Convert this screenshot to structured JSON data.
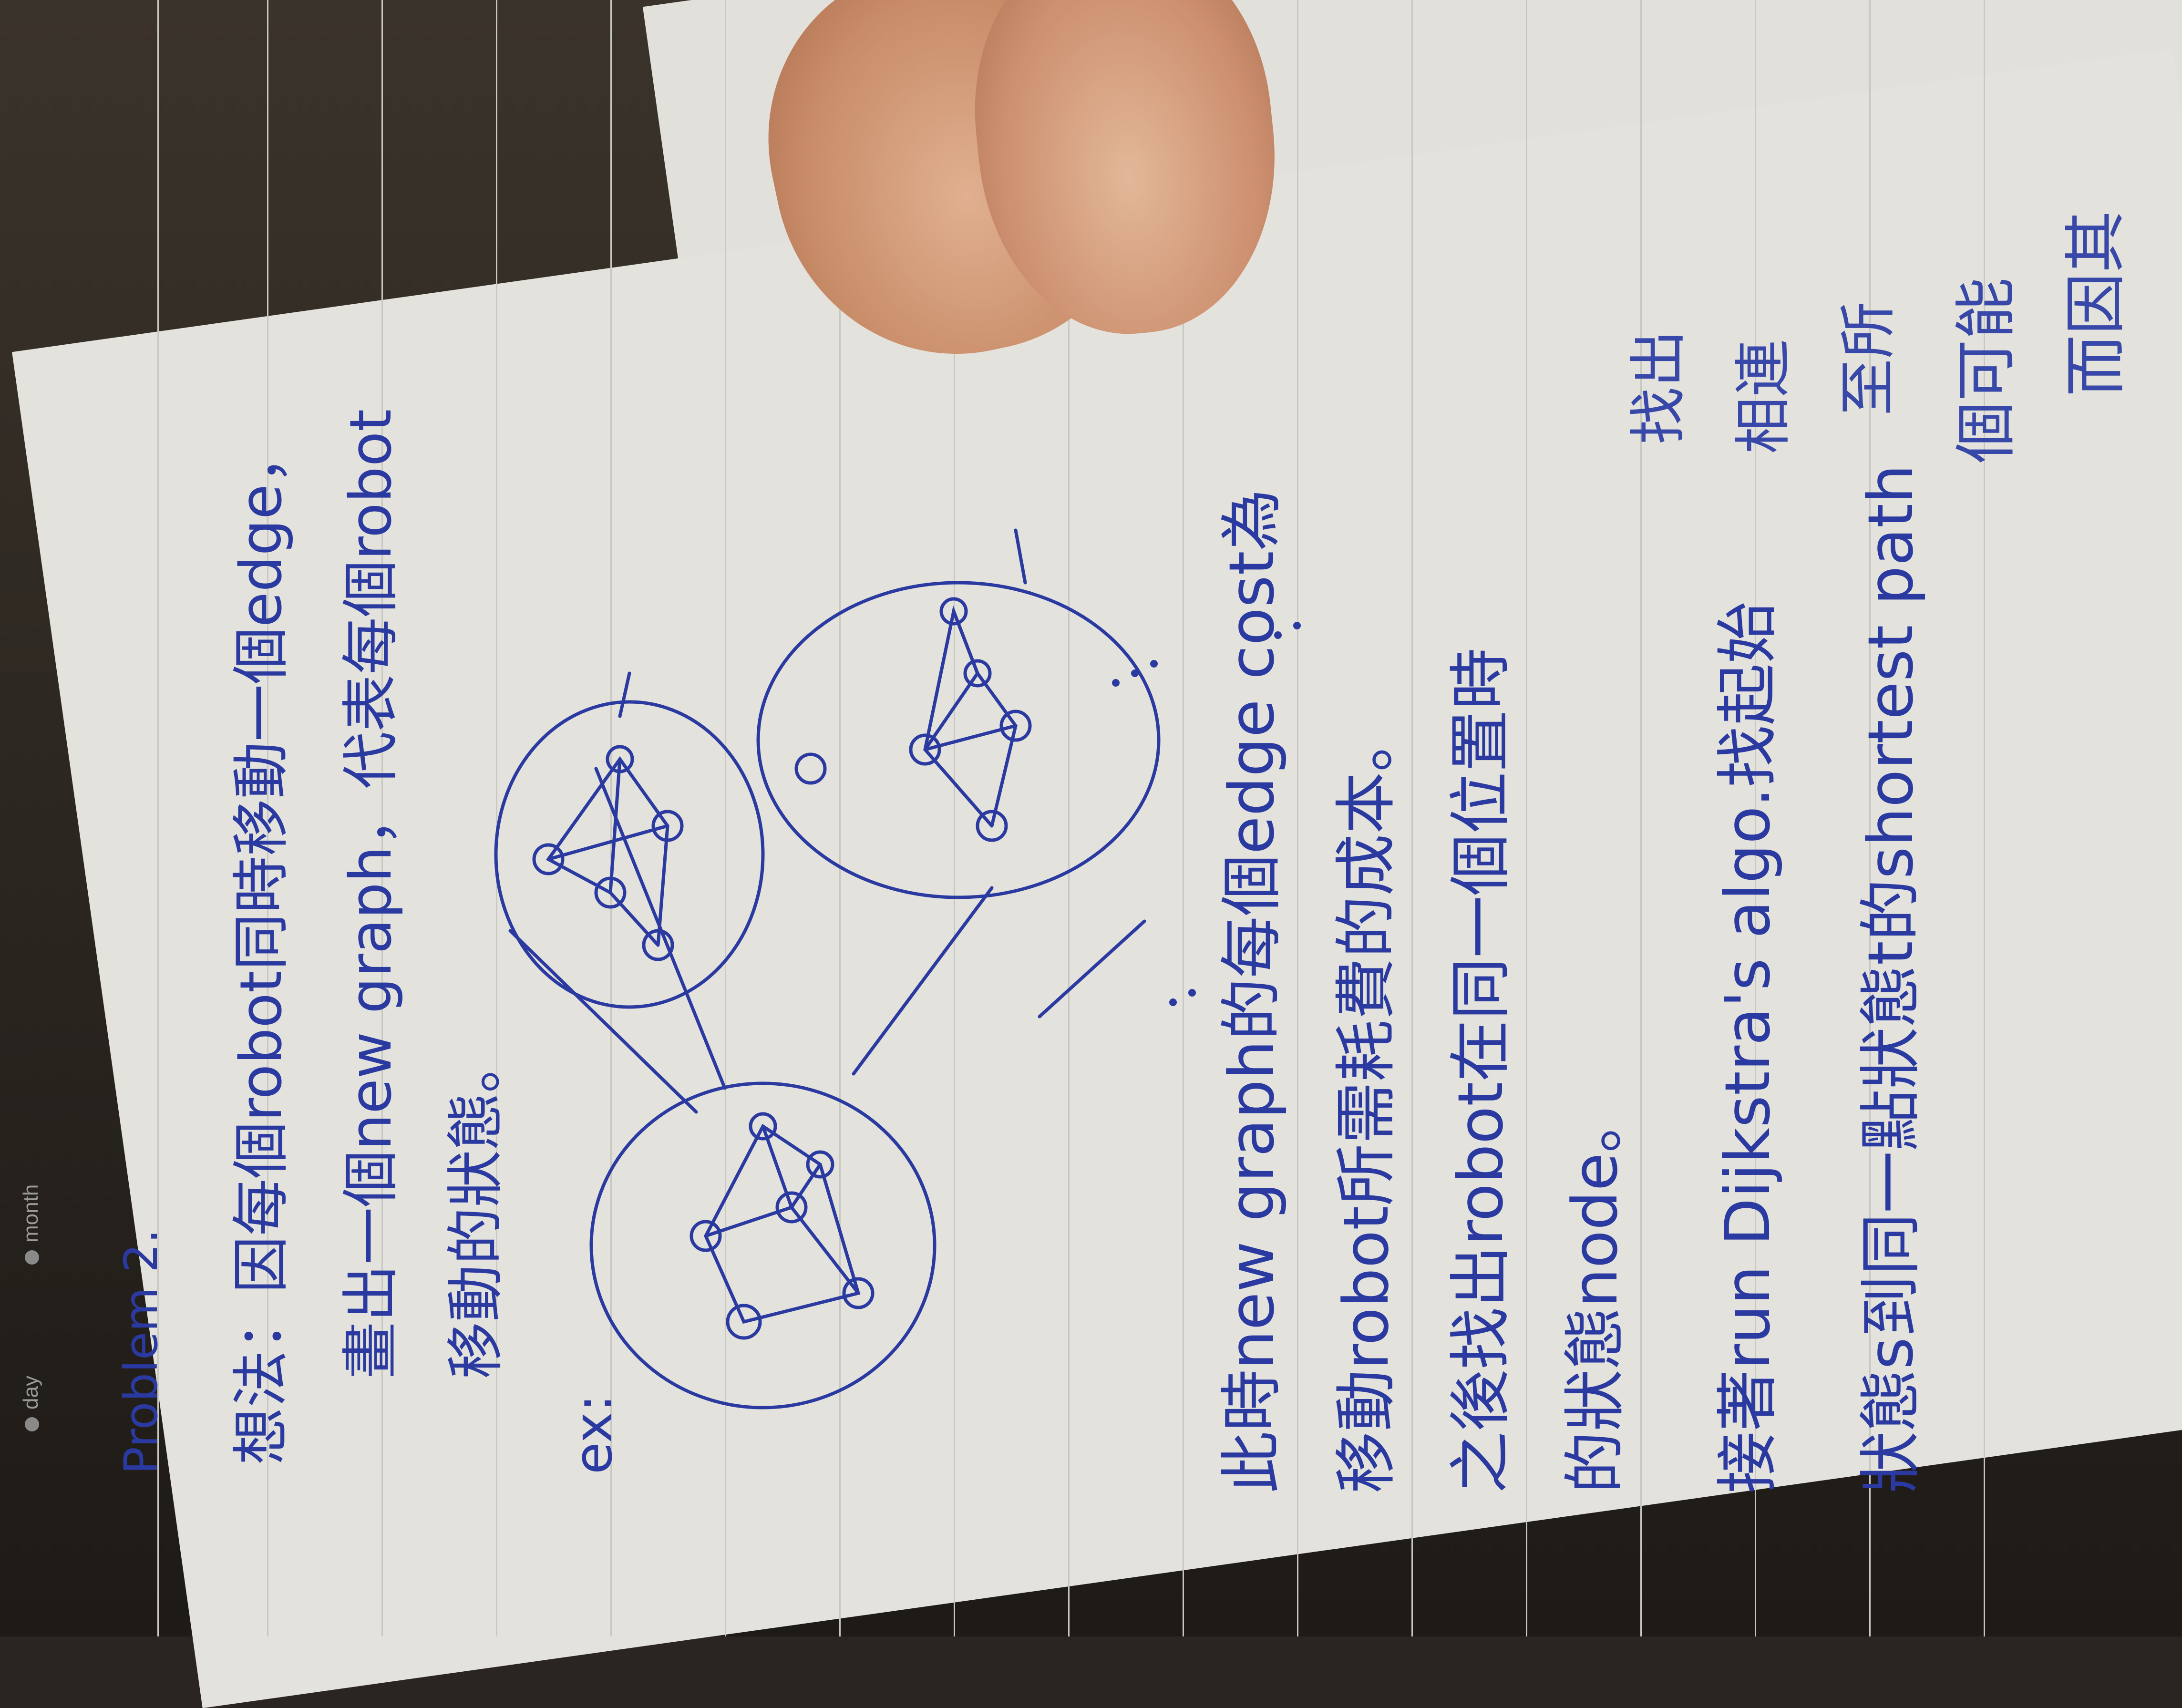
{
  "header": {
    "day_label": "day",
    "month_label": "month"
  },
  "notes": {
    "title": "Problem 2.",
    "line1": "想法：因每個robot同時移動一個edge，",
    "line2": "畫出一個new graph，代表每個robot",
    "line3": "移動的狀態。",
    "example_label": "ex:",
    "line4": "此時new graph的每個edge cost為",
    "line5": "移動robot所需耗費的成本。",
    "line6": "之後找出robot在同一個位置時",
    "line7": "的狀態node。",
    "line8": "接著run Dijkstra's algo.找起始",
    "line9": "狀態s到同一點狀態t的shortest path"
  },
  "right_page": {
    "frag1": "而因其",
    "frag2": "個可能",
    "frag3": "至所",
    "frag4": "相連",
    "frag5": "找出"
  },
  "colors": {
    "ink": "#2a3aa0",
    "paper": "#e4e2dc",
    "rule": "#c9c7c2"
  }
}
